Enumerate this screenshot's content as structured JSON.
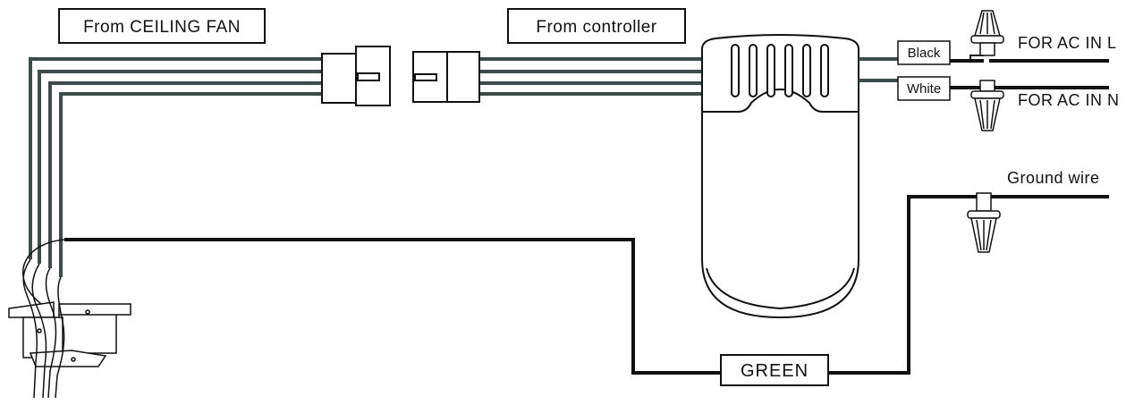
{
  "labels": {
    "from_fan": "From CEILING FAN",
    "from_controller": "From controller",
    "black": "Black",
    "white": "White",
    "ac_l": "FOR AC IN L",
    "ac_n": "FOR AC IN N",
    "ground": "Ground wire",
    "green": "GREEN"
  },
  "colors": {
    "line": "#111111",
    "wire_gray": "#3f4a4a",
    "background": "#ffffff"
  }
}
